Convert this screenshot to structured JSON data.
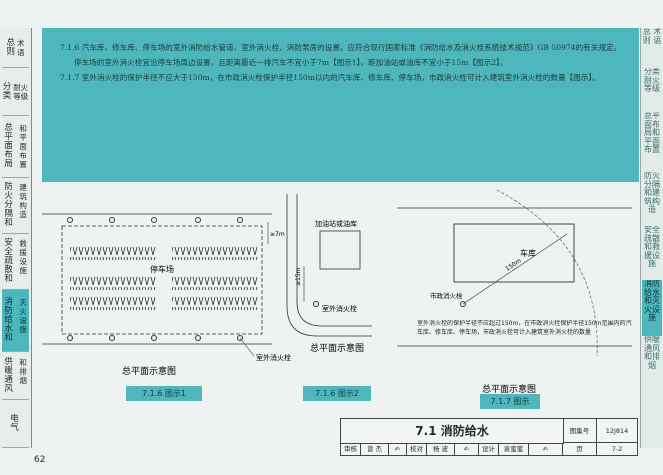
{
  "sidebar_left": [
    {
      "lines": [
        "总",
        "则"
      ],
      "right": [
        "术",
        "语"
      ]
    },
    {
      "lines": [
        "分",
        "类"
      ],
      "right": [
        "耐火",
        "等级"
      ]
    },
    {
      "lines": [
        "总平",
        "面布",
        "局"
      ],
      "right": [
        "和平",
        "面布",
        "置"
      ]
    },
    {
      "lines": [
        "防火",
        "分隔",
        "和"
      ],
      "right": [
        "建筑",
        "构造"
      ]
    },
    {
      "lines": [
        "安全",
        "疏散",
        "和"
      ],
      "right": [
        "救援",
        "设施"
      ]
    },
    {
      "lines": [
        "消防",
        "给水",
        "和"
      ],
      "right": [
        "灭火",
        "设施"
      ]
    },
    {
      "lines": [
        "供暖",
        "通风"
      ],
      "right": [
        "和排",
        "烟"
      ]
    },
    {
      "lines": [
        "电",
        "气"
      ],
      "right": []
    }
  ],
  "sidebar_right": [
    "总 术 则 语",
    "分类 耐火等级",
    "总平面布局和平面布置",
    "防火分隔和建筑构造",
    "安全疏散和救援设施",
    "消防给水和灭火设施",
    "供暖通风和排烟"
  ],
  "text_block": {
    "p1": "7.1.6  汽车库、修车库、停车场的室外消防给水管道、室外消火栓、消防泵房的设置，应符合现行国家标准《消防给水及消火栓系统技术规范》GB 50974的有关规定。",
    "p2": "停车场的室外消火栓宜沿停车场周边设置，且距离最近一排汽车不宜小于7m【图示1】，距加油站或油库不宜小于15m【图示2】。",
    "p3": "7.1.7  室外消火栓的保护半径不应大于150m，在市政消火栓保护半径150m以内的汽车库、修车库、停车场，市政消火栓可计入建筑室外消火栓的数量【图示】。"
  },
  "diagram1": {
    "label_parking": "停车场",
    "label_hydrant": "室外消火栓",
    "dim": "≥7m",
    "subtitle": "总平面示意图",
    "caption": "7.1.6 图示1"
  },
  "diagram2": {
    "label_station": "加油站或油库",
    "label_hydrant": "室外消火栓",
    "dim": "≥15m",
    "subtitle": "总平面示意图",
    "caption": "7.1.6 图示2"
  },
  "diagram3": {
    "label_garage": "车库",
    "label_hydrant": "市政消火栓",
    "radius": "150m",
    "note": "室外消火栓的保护半径不应超过150m，在市政消火栓保护半径150m范围内的汽车库、修车库、停车场，市政消火栓可计入建筑室外消火栓的数量",
    "subtitle": "总平面示意图",
    "caption": "7.1.7 图示"
  },
  "title_block": {
    "title": "7.1  消防给水",
    "atlas_label": "图集号",
    "atlas_no": "12J814",
    "review": "审核",
    "reviewer": "曾 杰",
    "check": "校对",
    "checker": "杨 波",
    "design": "设计",
    "designer": "袁蜜蜜",
    "page_label": "页",
    "page": "7-2"
  },
  "page_number": "62",
  "colors": {
    "teal": "#4db7bd",
    "hydrant": "#2a3a3a"
  }
}
